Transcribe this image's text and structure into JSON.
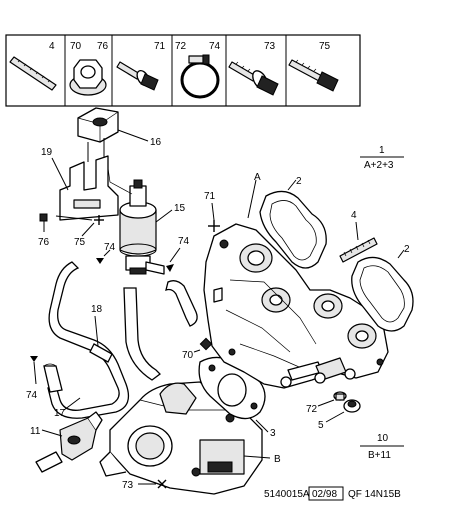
{
  "header_box": {
    "cells": [
      {
        "labels": [
          "4"
        ],
        "icon": "stud-icon"
      },
      {
        "labels": [
          "70",
          "76"
        ],
        "icon": "flange-nut-icon"
      },
      {
        "labels": [
          "71"
        ],
        "icon": "bolt-washer-icon"
      },
      {
        "labels": [
          "72",
          "74"
        ],
        "icon": "hose-clamp-icon"
      },
      {
        "labels": [
          "73"
        ],
        "icon": "flange-bolt-icon"
      },
      {
        "labels": [
          "75"
        ],
        "icon": "screw-icon"
      }
    ]
  },
  "callouts": {
    "c16": "16",
    "c19": "19",
    "c15": "15",
    "c71": "71",
    "c76": "76",
    "c75": "75",
    "c74a": "74",
    "c74b": "74",
    "c74c": "74",
    "c18": "18",
    "c17": "17",
    "c11": "11",
    "c73": "73",
    "cA": "A",
    "cB": "B",
    "c2a": "2",
    "c2b": "2",
    "c4": "4",
    "c70": "70",
    "c3": "3",
    "c72": "72",
    "c5": "5"
  },
  "groups": {
    "g1_num": "1",
    "g1_sub": "A+2+3",
    "g10_num": "10",
    "g10_sub": "B+11"
  },
  "footer": {
    "ref": "5140015A",
    "date": "02/98",
    "code": "QF 14N15B"
  }
}
